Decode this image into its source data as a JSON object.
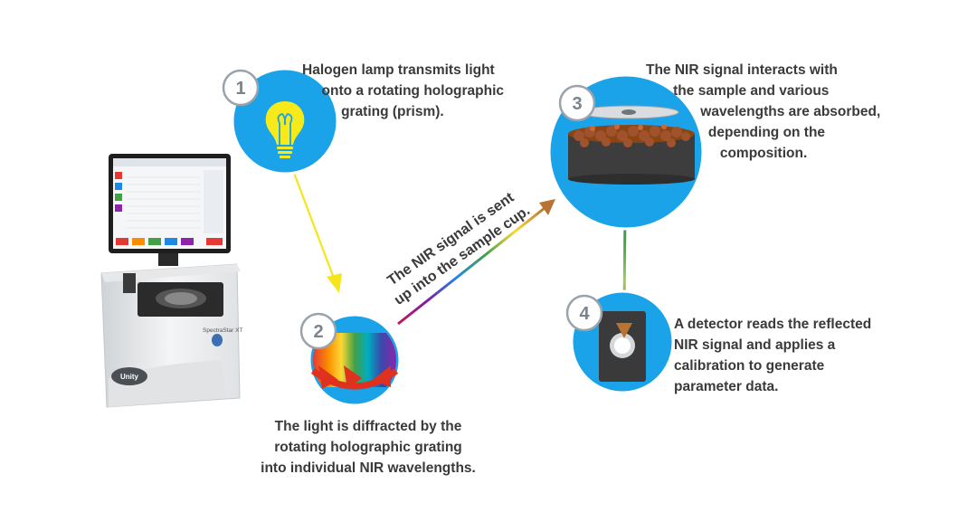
{
  "steps": [
    {
      "number": "1",
      "text": "Halogen lamp transmits light\n     onto a rotating holographic\n          grating (prism)."
    },
    {
      "number": "2",
      "text": "The light is diffracted by the\nrotating holographic grating\ninto individual NIR wavelengths."
    },
    {
      "number": "3",
      "text": "The NIR signal interacts with\n       the sample and various\n              wavelengths are absorbed,\n                depending on the\n                   composition."
    },
    {
      "number": "4",
      "text": "A detector reads the reflected\nNIR signal and applies a\ncalibration to generate\nparameter data."
    }
  ],
  "arrow_label": "The NIR signal is sent\nup into the sample cup.",
  "instrument": {
    "brand_label": "Unity",
    "model_label": "SpectraStar XT"
  },
  "colors": {
    "circle_blue": "#1aa3e8",
    "circle_ring": "#ffffff",
    "number_badge_fill": "#ffffff",
    "number_badge_stroke": "#9aa3ab",
    "number_text": "#7a848c",
    "yellow_arrow": "#f5e51a",
    "text": "#3a3a3a",
    "bulb": "#f7ea1a",
    "red_arrows": "#e0301e",
    "cup_dark": "#3d3d3d",
    "beads": "#a0522d"
  },
  "icons": [
    "lightbulb-icon",
    "grating-icon",
    "sample-cup-icon",
    "detector-icon",
    "rotation-arrows-icon"
  ]
}
